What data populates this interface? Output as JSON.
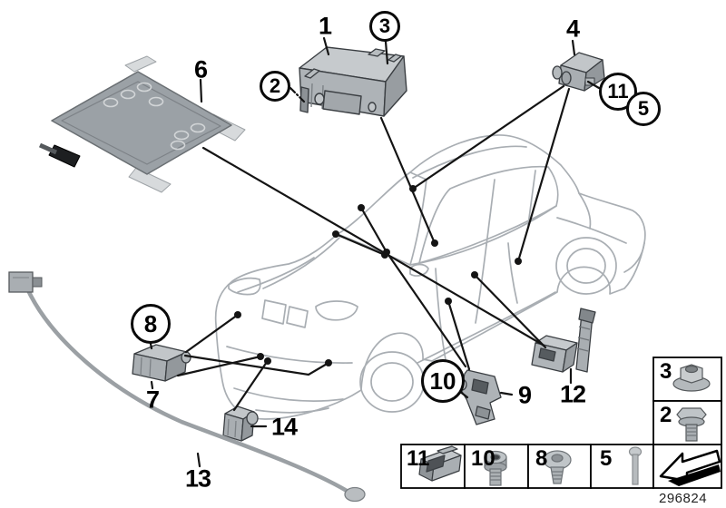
{
  "part_number": "296824",
  "callouts": {
    "1": {
      "label": "1",
      "type": "plain",
      "part": "airbag-control-module"
    },
    "2": {
      "label": "2",
      "type": "circled",
      "part": "hex-bolt"
    },
    "3": {
      "label": "3",
      "type": "circled",
      "part": "flange-nut"
    },
    "4": {
      "label": "4",
      "type": "plain",
      "part": "rear-impact-sensor"
    },
    "5": {
      "label": "5",
      "type": "circled",
      "part": "pin-screw"
    },
    "6": {
      "label": "6",
      "type": "plain",
      "part": "seat-occupancy-mat"
    },
    "7": {
      "label": "7",
      "type": "plain",
      "part": "front-door-sensor"
    },
    "8": {
      "label": "8",
      "type": "circled",
      "part": "pan-head-screw"
    },
    "9": {
      "label": "9",
      "type": "plain",
      "part": "b-pillar-sensor"
    },
    "10": {
      "label": "10",
      "type": "circled",
      "part": "socket-screw"
    },
    "11": {
      "label": "11",
      "type": "circled",
      "part": "clip"
    },
    "12": {
      "label": "12",
      "type": "plain",
      "part": "belt-tensioner-sensor"
    },
    "13": {
      "label": "13",
      "type": "plain",
      "part": "wiring-cable"
    },
    "14": {
      "label": "14",
      "type": "plain",
      "part": "front-center-sensor"
    }
  },
  "legend": {
    "nut": {
      "label": "3",
      "icon": "flange-nut-icon"
    },
    "bolt": {
      "label": "2",
      "icon": "hex-bolt-icon"
    },
    "clip": {
      "label": "11",
      "icon": "clip-icon"
    },
    "socket_screw": {
      "label": "10",
      "icon": "socket-screw-icon"
    },
    "pan_screw": {
      "label": "8",
      "icon": "pan-screw-icon"
    },
    "pin_screw": {
      "label": "5",
      "icon": "pin-screw-icon"
    },
    "arrow": {
      "icon": "direction-arrow-icon"
    }
  },
  "colors": {
    "car_outline": "#a9aeb3",
    "leader_line": "#141414",
    "component_light": "#c6cacd",
    "component_mid": "#adb2b6",
    "component_dark": "#969ba0",
    "cable": "#9ba0a4",
    "legend_border": "#000000"
  }
}
